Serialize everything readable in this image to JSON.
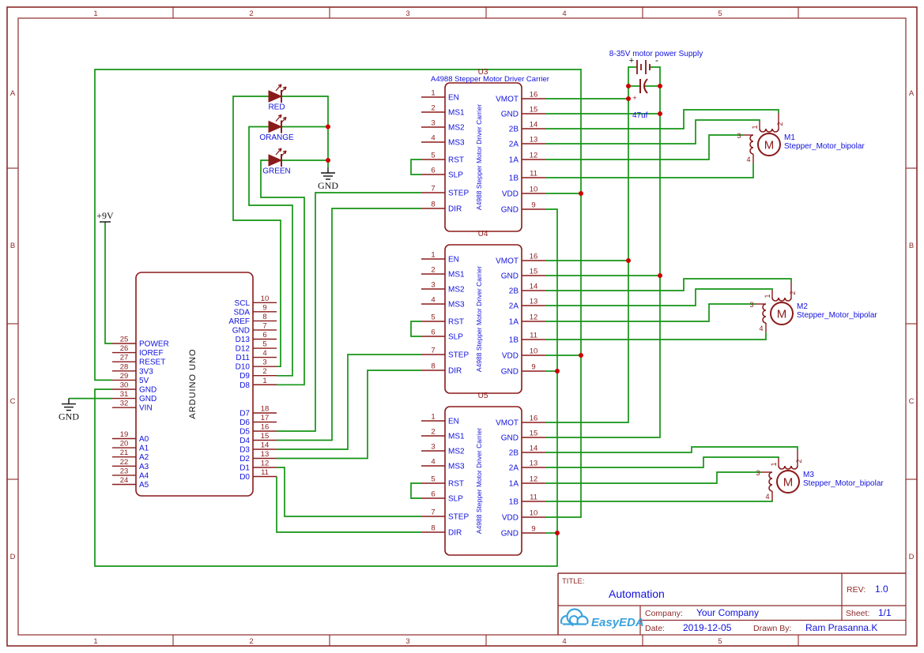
{
  "colors": {
    "frame": "#8e2a2a",
    "part": "#8b1a1a",
    "pin_num": "#8b1a1a",
    "text_blue": "#1212dd",
    "wire": "#149414",
    "junction": "#cc0000",
    "black": "#111111",
    "logo": "#3aa2dc"
  },
  "border": {
    "cols": [
      "1",
      "2",
      "3",
      "4",
      "5"
    ],
    "rows": [
      "A",
      "B",
      "C",
      "D"
    ]
  },
  "nets": {
    "plus9": "+9V",
    "gnd_a": "GND",
    "gnd_b": "GND"
  },
  "power": {
    "title": "8-35V motor power Supply",
    "plus": "+",
    "minus": "-",
    "cap_plus": "+",
    "cap_value": "47uf"
  },
  "leds": [
    {
      "label": "RED"
    },
    {
      "label": "ORANGE"
    },
    {
      "label": "GREEN"
    }
  ],
  "arduino": {
    "name": "ARDUINO UNO",
    "left_top": [
      {
        "num": "25",
        "label": "POWER"
      },
      {
        "num": "26",
        "label": "IOREF"
      },
      {
        "num": "27",
        "label": "RESET"
      },
      {
        "num": "28",
        "label": "3V3"
      },
      {
        "num": "29",
        "label": "5V"
      },
      {
        "num": "30",
        "label": "GND"
      },
      {
        "num": "31",
        "label": "GND"
      },
      {
        "num": "32",
        "label": "VIN"
      }
    ],
    "left_bottom": [
      {
        "num": "19",
        "label": "A0"
      },
      {
        "num": "20",
        "label": "A1"
      },
      {
        "num": "21",
        "label": "A2"
      },
      {
        "num": "22",
        "label": "A3"
      },
      {
        "num": "23",
        "label": "A4"
      },
      {
        "num": "24",
        "label": "A5"
      }
    ],
    "right_top": [
      {
        "num": "10",
        "label": "SCL"
      },
      {
        "num": "9",
        "label": "SDA"
      },
      {
        "num": "8",
        "label": "AREF"
      },
      {
        "num": "7",
        "label": "GND"
      },
      {
        "num": "6",
        "label": "D13"
      },
      {
        "num": "5",
        "label": "D12"
      },
      {
        "num": "4",
        "label": "D11"
      },
      {
        "num": "3",
        "label": "D10"
      },
      {
        "num": "2",
        "label": "D9"
      },
      {
        "num": "1",
        "label": "D8"
      }
    ],
    "right_bottom": [
      {
        "num": "18",
        "label": "D7"
      },
      {
        "num": "17",
        "label": "D6"
      },
      {
        "num": "16",
        "label": "D5"
      },
      {
        "num": "15",
        "label": "D4"
      },
      {
        "num": "14",
        "label": "D3"
      },
      {
        "num": "13",
        "label": "D2"
      },
      {
        "num": "12",
        "label": "D1"
      },
      {
        "num": "11",
        "label": "D0"
      }
    ]
  },
  "drivers": [
    {
      "ref": "U3",
      "part": "A4988 Stepper Motor Driver Carrier",
      "inner": "A4988 Stepper Motor Driver Carrier",
      "left": [
        {
          "num": "1",
          "label": "EN"
        },
        {
          "num": "2",
          "label": "MS1"
        },
        {
          "num": "3",
          "label": "MS2"
        },
        {
          "num": "4",
          "label": "MS3"
        },
        {
          "num": "5",
          "label": "RST"
        },
        {
          "num": "6",
          "label": "SLP"
        },
        {
          "num": "7",
          "label": "STEP"
        },
        {
          "num": "8",
          "label": "DIR"
        }
      ],
      "right": [
        {
          "num": "16",
          "label": "VMOT"
        },
        {
          "num": "15",
          "label": "GND"
        },
        {
          "num": "14",
          "label": "2B"
        },
        {
          "num": "13",
          "label": "2A"
        },
        {
          "num": "12",
          "label": "1A"
        },
        {
          "num": "11",
          "label": "1B"
        },
        {
          "num": "10",
          "label": "VDD"
        },
        {
          "num": "9",
          "label": "GND"
        }
      ]
    },
    {
      "ref": "U4",
      "part": "",
      "inner": "A4988 Stepper Motor Driver Carrier",
      "left": [
        {
          "num": "1",
          "label": "EN"
        },
        {
          "num": "2",
          "label": "MS1"
        },
        {
          "num": "3",
          "label": "MS2"
        },
        {
          "num": "4",
          "label": "MS3"
        },
        {
          "num": "5",
          "label": "RST"
        },
        {
          "num": "6",
          "label": "SLP"
        },
        {
          "num": "7",
          "label": "STEP"
        },
        {
          "num": "8",
          "label": "DIR"
        }
      ],
      "right": [
        {
          "num": "16",
          "label": "VMOT"
        },
        {
          "num": "15",
          "label": "GND"
        },
        {
          "num": "14",
          "label": "2B"
        },
        {
          "num": "13",
          "label": "2A"
        },
        {
          "num": "12",
          "label": "1A"
        },
        {
          "num": "11",
          "label": "1B"
        },
        {
          "num": "10",
          "label": "VDD"
        },
        {
          "num": "9",
          "label": "GND"
        }
      ]
    },
    {
      "ref": "U5",
      "part": "",
      "inner": "A4988 Stepper Motor Driver Carrier",
      "left": [
        {
          "num": "1",
          "label": "EN"
        },
        {
          "num": "2",
          "label": "MS1"
        },
        {
          "num": "3",
          "label": "MS2"
        },
        {
          "num": "4",
          "label": "MS3"
        },
        {
          "num": "5",
          "label": "RST"
        },
        {
          "num": "6",
          "label": "SLP"
        },
        {
          "num": "7",
          "label": "STEP"
        },
        {
          "num": "8",
          "label": "DIR"
        }
      ],
      "right": [
        {
          "num": "16",
          "label": "VMOT"
        },
        {
          "num": "15",
          "label": "GND"
        },
        {
          "num": "14",
          "label": "2B"
        },
        {
          "num": "13",
          "label": "2A"
        },
        {
          "num": "12",
          "label": "1A"
        },
        {
          "num": "11",
          "label": "1B"
        },
        {
          "num": "10",
          "label": "VDD"
        },
        {
          "num": "9",
          "label": "GND"
        }
      ]
    }
  ],
  "motors": [
    {
      "ref": "M1",
      "part": "Stepper_Motor_bipolar",
      "core": "M",
      "pins": [
        "1",
        "2",
        "3",
        "4"
      ]
    },
    {
      "ref": "M2",
      "part": "Stepper_Motor_bipolar",
      "core": "M",
      "pins": [
        "1",
        "2",
        "3",
        "4"
      ]
    },
    {
      "ref": "M3",
      "part": "Stepper_Motor_bipolar",
      "core": "M",
      "pins": [
        "1",
        "2",
        "3",
        "4"
      ]
    }
  ],
  "title_block": {
    "title_label": "TITLE:",
    "title": "Automation",
    "rev_label": "REV:",
    "rev": "1.0",
    "company_label": "Company:",
    "company": "Your Company",
    "sheet_label": "Sheet:",
    "sheet": "1/1",
    "date_label": "Date:",
    "date": "2019-12-05",
    "drawn_label": "Drawn By:",
    "drawn_by": "Ram Prasanna.K",
    "logo_text": "EasyEDA"
  }
}
